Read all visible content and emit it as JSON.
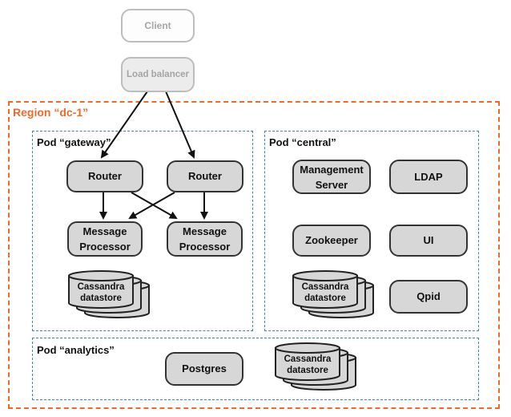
{
  "client": {
    "label": "Client"
  },
  "load_balancer": {
    "label": "Load balancer"
  },
  "region": {
    "label": "Region “dc-1”"
  },
  "pods": {
    "gateway": {
      "label": "Pod “gateway”",
      "router_1": "Router",
      "router_2": "Router",
      "mp_1": "Message\nProcessor",
      "mp_2": "Message\nProcessor",
      "datastore": "Cassandra\ndatastore"
    },
    "central": {
      "label": "Pod “central”",
      "management_server": "Management\nServer",
      "ldap": "LDAP",
      "zookeeper": "Zookeeper",
      "ui": "UI",
      "qpid": "Qpid",
      "datastore": "Cassandra\ndatastore"
    },
    "analytics": {
      "label": "Pod “analytics”",
      "postgres": "Postgres",
      "datastore": "Cassandra\ndatastore"
    }
  },
  "colors": {
    "region_border": "#ee6a2a",
    "pod_border": "#3c86b0",
    "node_fill": "#d7d7d7",
    "node_stroke": "#333333",
    "external_stroke": "#bdbdbd",
    "external_text": "#a5a5a5"
  }
}
